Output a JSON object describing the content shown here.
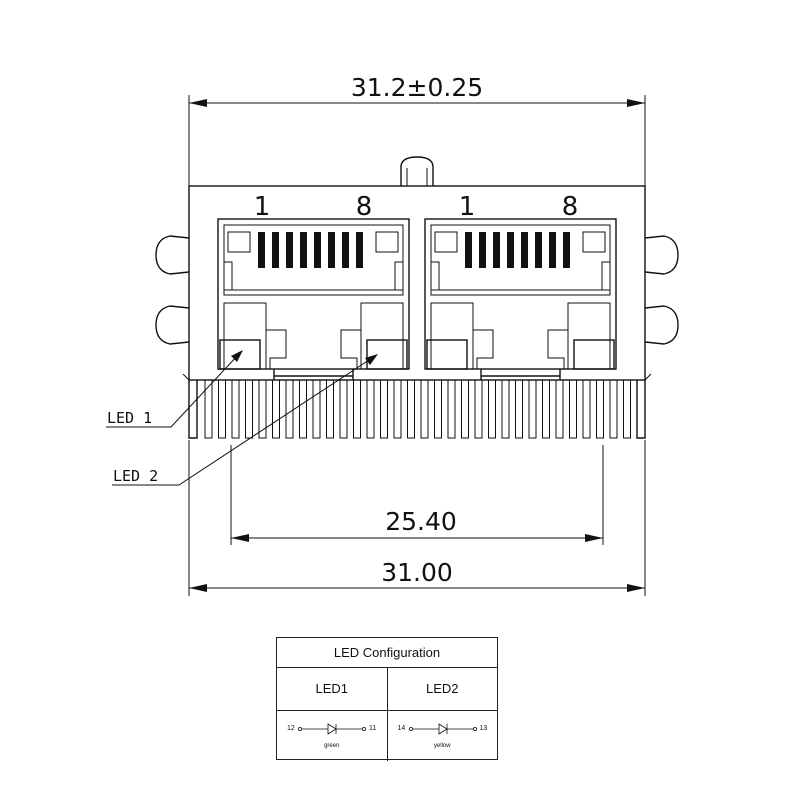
{
  "dimensions": {
    "overall_top": "31.2±0.25",
    "pin_span": "25.40",
    "overall_bottom": "31.00"
  },
  "ports": [
    {
      "pin_first": "1",
      "pin_last": "8"
    },
    {
      "pin_first": "1",
      "pin_last": "8"
    }
  ],
  "callouts": {
    "led1": "LED 1",
    "led2": "LED 2"
  },
  "led_table": {
    "title": "LED Configuration",
    "columns": [
      {
        "label": "LED1",
        "pin_left": "12",
        "pin_right": "11",
        "color": "green"
      },
      {
        "label": "LED2",
        "pin_left": "14",
        "pin_right": "13",
        "color": "yellow"
      }
    ]
  }
}
